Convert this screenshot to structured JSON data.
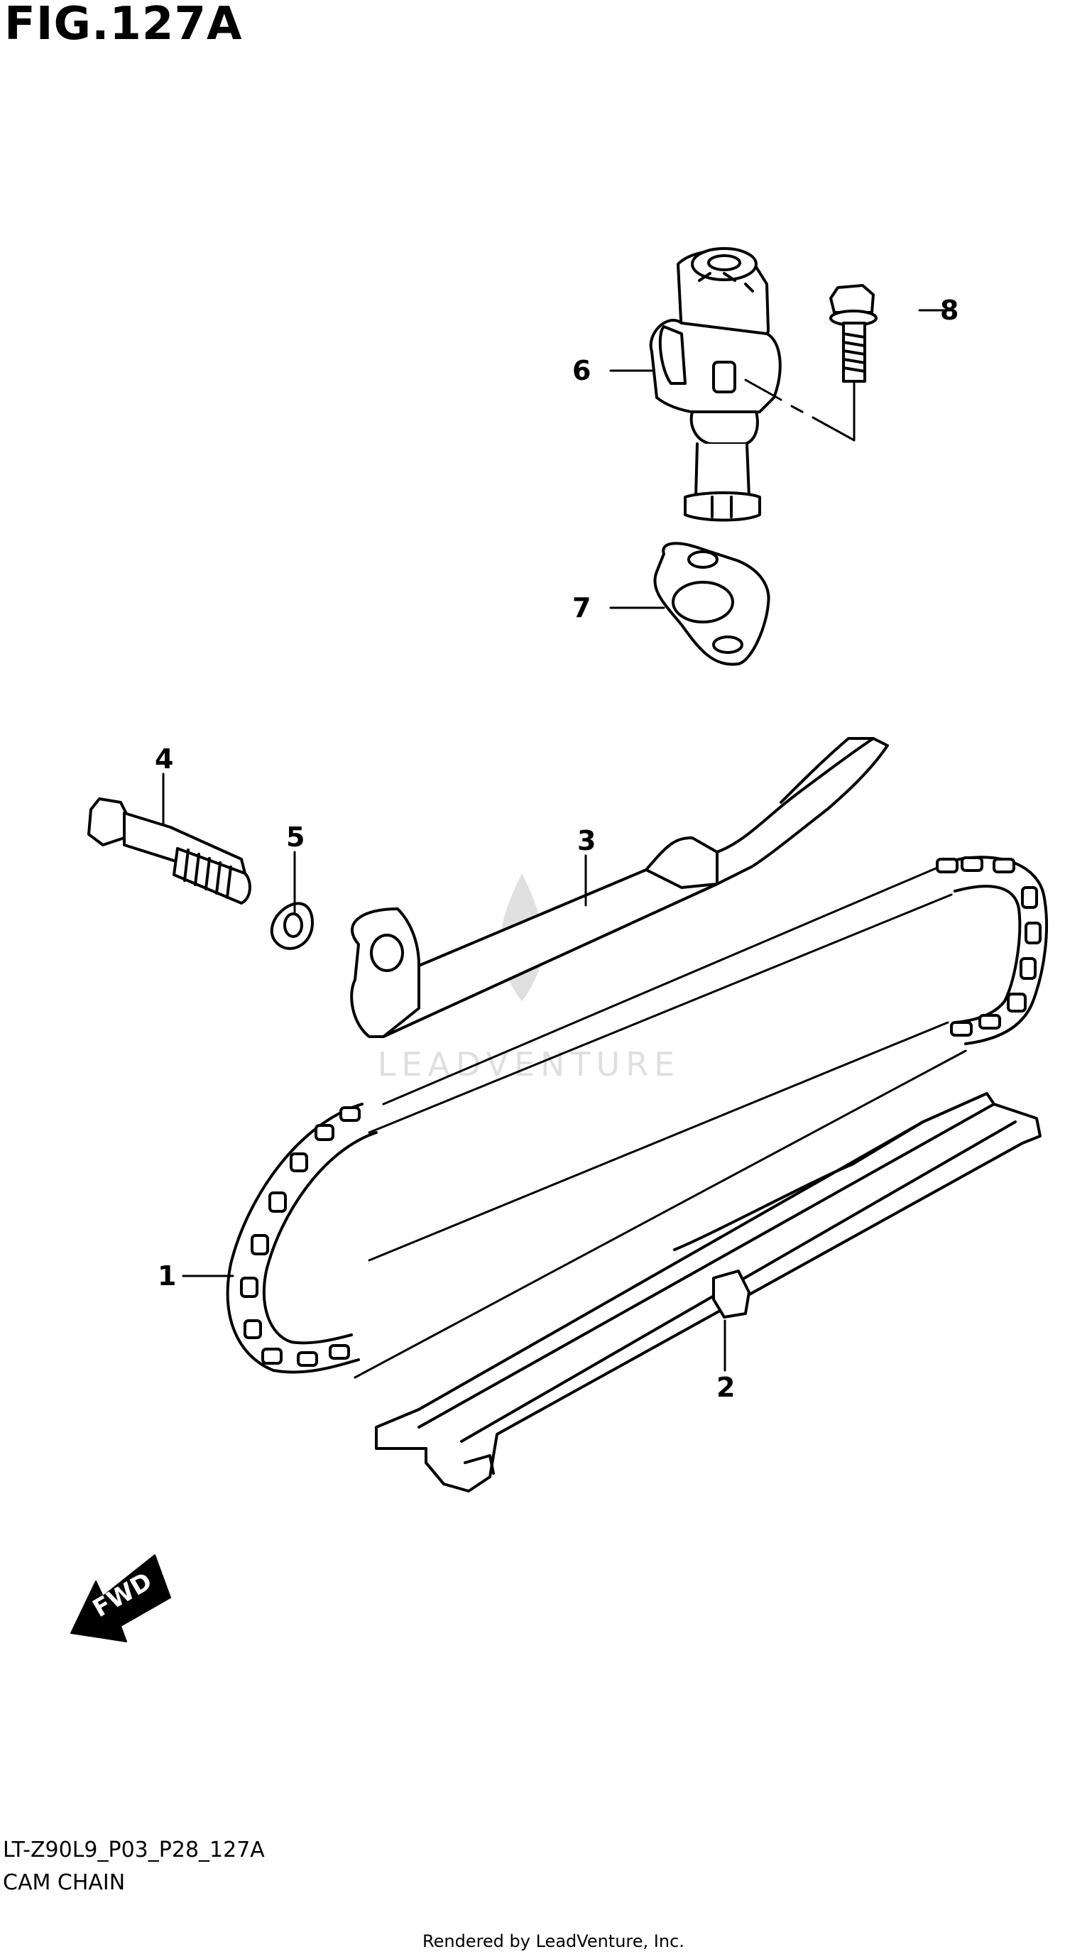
{
  "header": {
    "figure_label": "FIG.127A"
  },
  "callouts": [
    {
      "id": "1",
      "label": "1"
    },
    {
      "id": "2",
      "label": "2"
    },
    {
      "id": "3",
      "label": "3"
    },
    {
      "id": "4",
      "label": "4"
    },
    {
      "id": "5",
      "label": "5"
    },
    {
      "id": "6",
      "label": "6"
    },
    {
      "id": "7",
      "label": "7"
    },
    {
      "id": "8",
      "label": "8"
    }
  ],
  "direction_marker": {
    "label": "FWD",
    "icon": "forward-arrow-icon"
  },
  "watermark": {
    "text": "LEADVENTURE"
  },
  "footer": {
    "model_code": "LT-Z90L9_P03_P28_127A",
    "caption": "CAM CHAIN",
    "credit": "Rendered by LeadVenture, Inc."
  }
}
